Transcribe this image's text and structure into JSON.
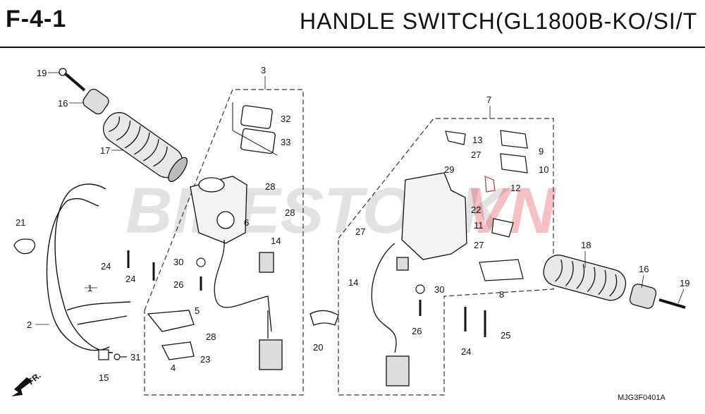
{
  "header": {
    "code": "F-4-1",
    "title": "HANDLE  SWITCH(GL1800B-KO/SI/T"
  },
  "watermark": {
    "part_a": "BIKESTOCK",
    "part_b": "VN",
    "color_a": "#9a9a9a",
    "color_b": "#e0202a"
  },
  "direction_label": "FR.",
  "figure_code": "MJG3F0401A",
  "callouts": [
    "19",
    "16",
    "17",
    "21",
    "1",
    "2",
    "15",
    "31",
    "24",
    "24",
    "3",
    "32",
    "33",
    "28",
    "6",
    "28",
    "14",
    "30",
    "26",
    "5",
    "28",
    "23",
    "4",
    "20",
    "7",
    "13",
    "9",
    "27",
    "29",
    "10",
    "12",
    "22",
    "11",
    "27",
    "27",
    "14",
    "30",
    "26",
    "24",
    "25",
    "8",
    "18",
    "16",
    "19"
  ]
}
